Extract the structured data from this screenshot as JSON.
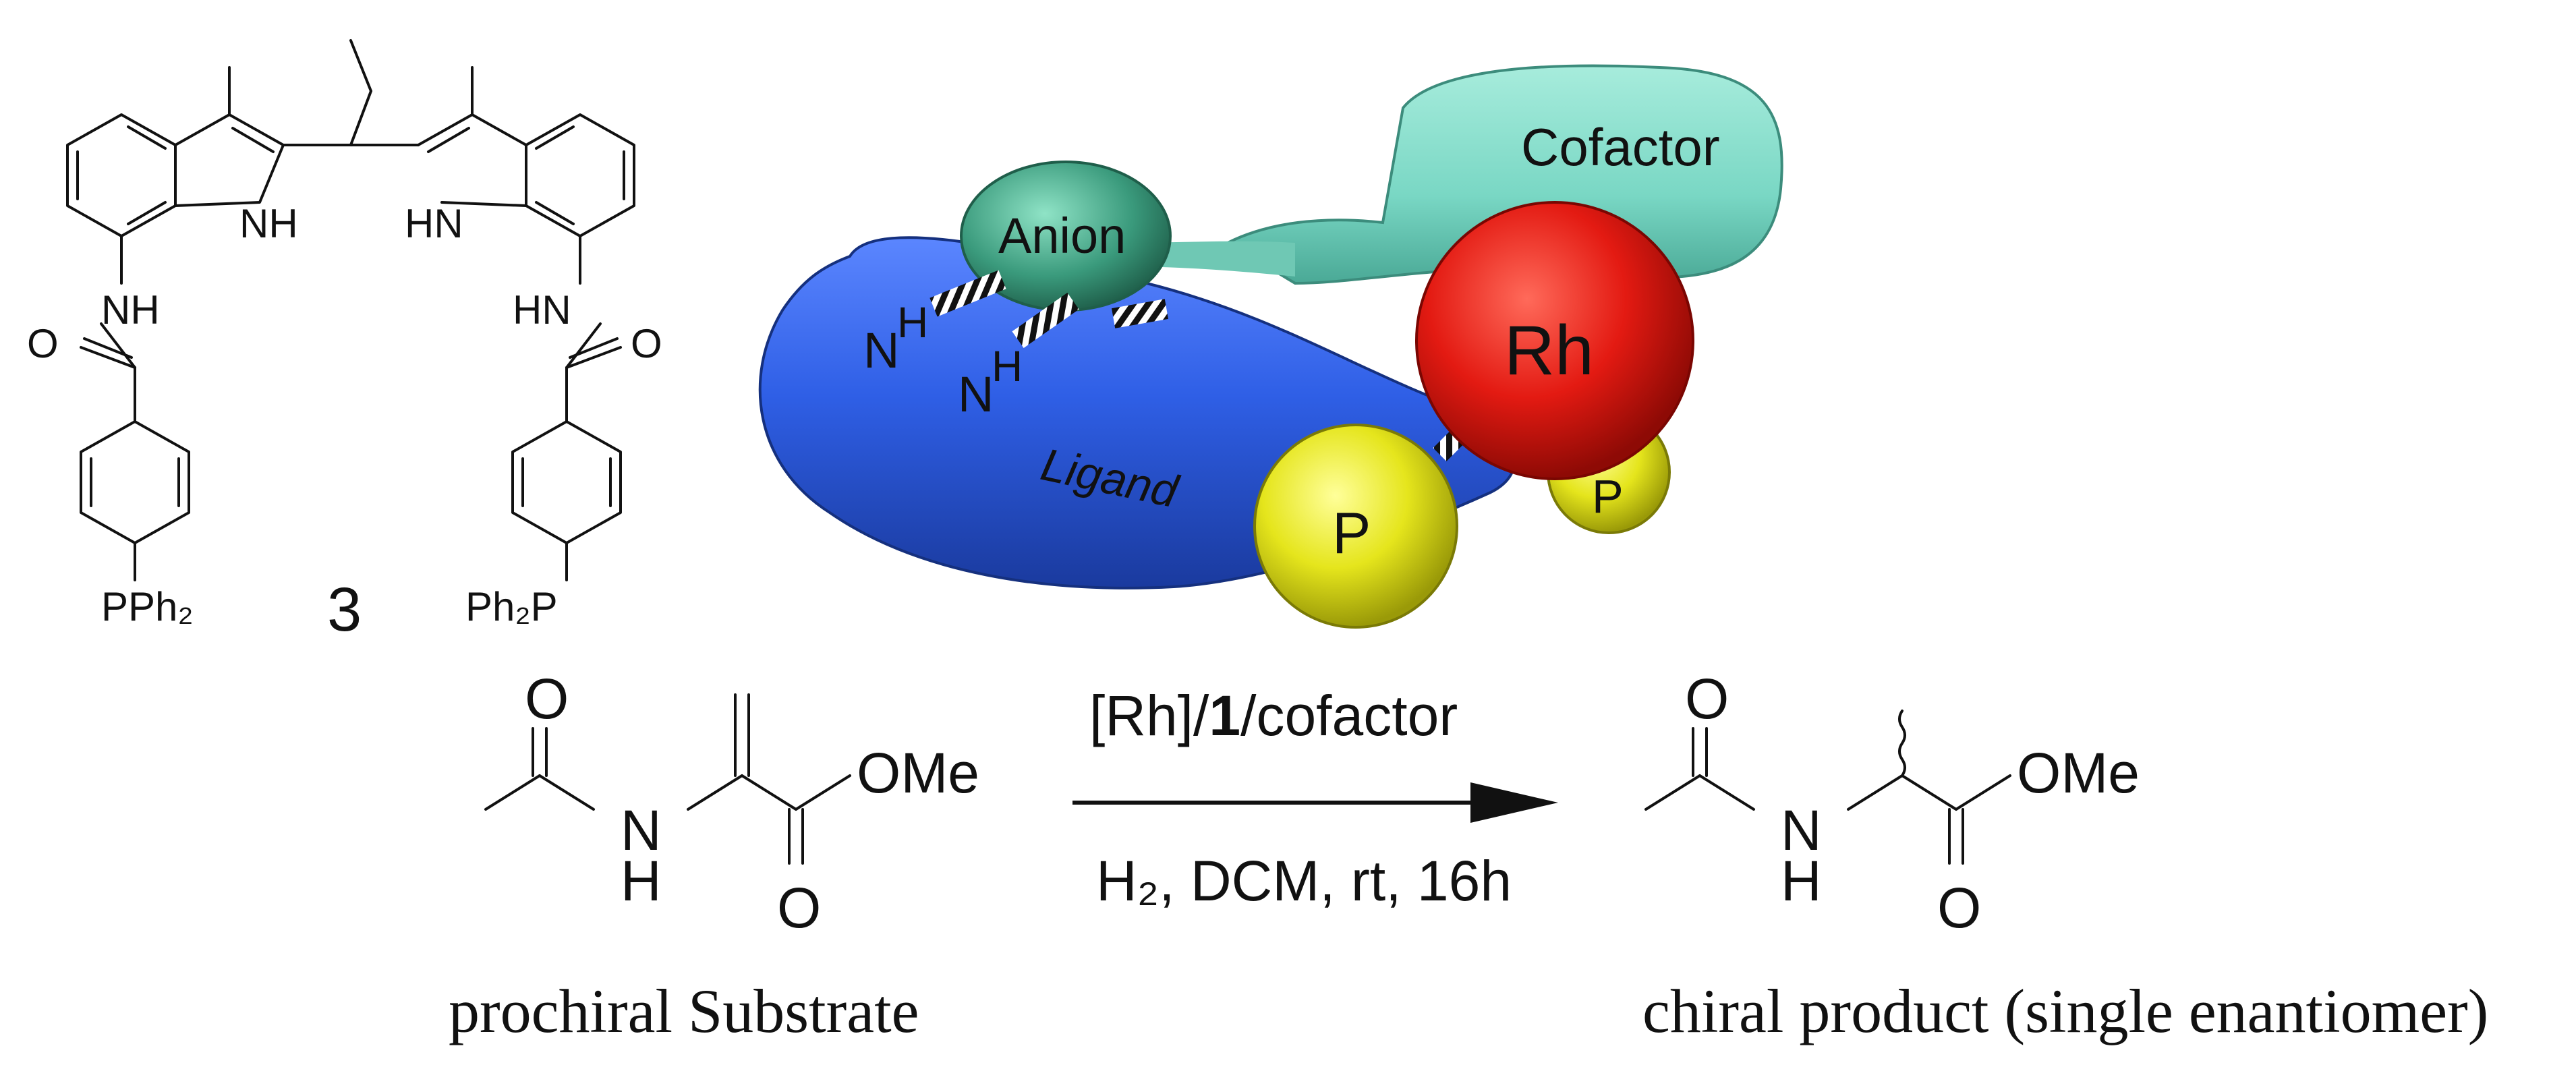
{
  "ligand_structure": {
    "compound_number": "3",
    "labels": {
      "indole_nh_left": "NH",
      "indole_nh_right": "HN",
      "amide_nh_left": "NH",
      "amide_nh_right": "HN",
      "carbonyl_o_left": "O",
      "carbonyl_o_right": "O",
      "phosphine_left": "PPh₂",
      "phosphine_right": "Ph₂P"
    }
  },
  "model": {
    "cofactor_label": "Cofactor",
    "anion_label": "Anion",
    "metal_label": "Rh",
    "ligand_label": "Ligand",
    "nh_label": "N",
    "h_label": "H",
    "phosphorus_label_1": "P",
    "phosphorus_label_2": "P",
    "colors": {
      "cofactor": "#79d7c4",
      "anion": "#3a9a7c",
      "metal": "#e31a12",
      "ligand": "#2f5fe6",
      "phosphorus": "#e5e51c"
    }
  },
  "reaction": {
    "conditions_prefix": "[Rh]/",
    "conditions_bold": "1",
    "conditions_suffix": "/cofactor",
    "conditions_2": "H₂, DCM, rt, 16h",
    "substrate_labels": {
      "o": "O",
      "n": "N",
      "h": "H",
      "ome": "OMe",
      "o2": "O"
    },
    "product_labels": {
      "o": "O",
      "n": "N",
      "h": "H",
      "ome": "OMe",
      "o2": "O"
    },
    "substrate_caption": "prochiral Substrate",
    "product_caption": "chiral product (single enantiomer)"
  }
}
